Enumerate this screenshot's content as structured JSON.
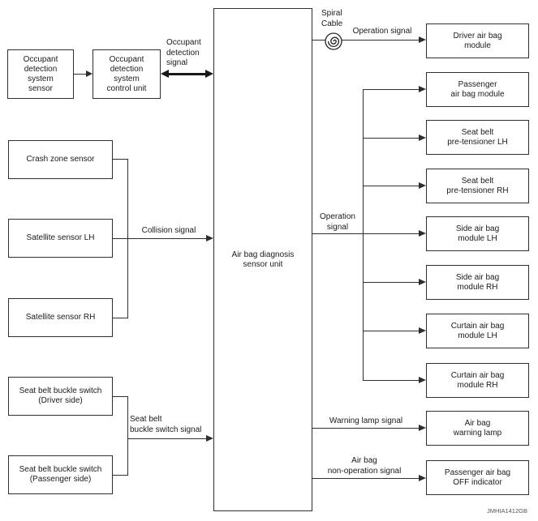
{
  "diagram_id": "JMHIA1412GB",
  "unit": {
    "label": "Air bag diagnosis\nsensor unit"
  },
  "inputs": {
    "ods_sensor": "Occupant\ndetection\nsystem\nsensor",
    "ods_control_unit": "Occupant\ndetection\nsystem\ncontrol unit",
    "crash_zone_sensor": "Crash zone sensor",
    "satellite_sensor_lh": "Satellite sensor LH",
    "satellite_sensor_rh": "Satellite sensor RH",
    "buckle_switch_driver": "Seat belt buckle switch\n(Driver side)",
    "buckle_switch_passenger": "Seat belt buckle switch\n(Passenger side)"
  },
  "outputs": {
    "driver_air_bag": "Driver air bag\nmodule",
    "passenger_air_bag": "Passenger\nair bag module",
    "pretensioner_lh": "Seat belt\npre-tensioner LH",
    "pretensioner_rh": "Seat belt\npre-tensioner RH",
    "side_air_bag_lh": "Side air bag\nmodule LH",
    "side_air_bag_rh": "Side air bag\nmodule RH",
    "curtain_air_bag_lh": "Curtain air bag\nmodule LH",
    "curtain_air_bag_rh": "Curtain air bag\nmodule RH",
    "warning_lamp": "Air bag\nwarning lamp",
    "off_indicator": "Passenger air bag\nOFF indicator"
  },
  "signals": {
    "occupant_detection": "Occupant\ndetection\nsignal",
    "spiral_cable": "Spiral\nCable",
    "operation_top": "Operation signal",
    "collision": "Collision signal",
    "operation_mid": "Operation\nsignal",
    "seat_belt_buckle": "Seat belt\nbuckle switch signal",
    "warning_lamp": "Warning lamp signal",
    "non_operation": "Air bag\nnon-operation signal"
  }
}
